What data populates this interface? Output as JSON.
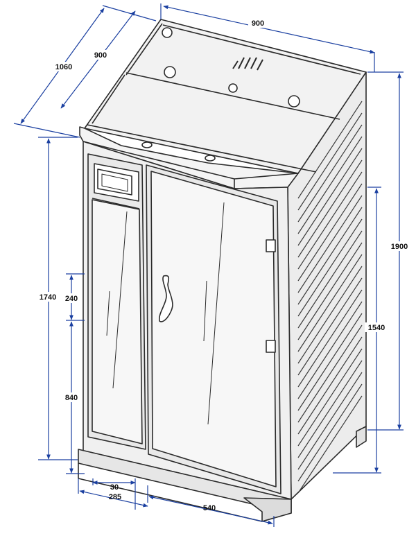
{
  "colors": {
    "outline": "#2b2b2b",
    "dimension_line": "#1a3fa0",
    "panel_fill": "#e9e9e9",
    "glass_fill": "#f7f7f7",
    "top_fill": "#f2f2f2",
    "side_fill": "#ececec",
    "label": "#111111"
  },
  "dimensions": {
    "top_width": "900",
    "top_depth": "900",
    "overall_depth": "1060",
    "overall_height": "1900",
    "front_height": "1740",
    "side_door_height": "1540",
    "upper_window_height": "240",
    "lower_panel_height": "840",
    "base_offset": "30",
    "side_panel_width": "285",
    "door_width": "540"
  },
  "icons": {
    "control_panel": "control-panel-icon",
    "vent": "vent-slots-icon",
    "handle": "door-handle-icon",
    "hinge": "hinge-icon"
  }
}
